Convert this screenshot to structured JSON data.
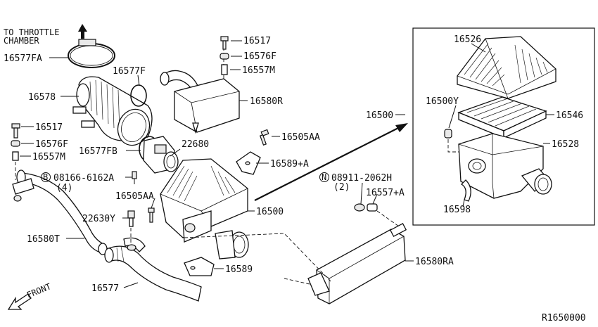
{
  "labels": {
    "to_throttle_1": "TO THROTTLE",
    "to_throttle_2": "CHAMBER",
    "p16577FA": "16577FA",
    "p16578": "16578",
    "p16577F": "16577F",
    "p16517_top": "16517",
    "p16576F_top": "16576F",
    "p16557M_top": "16557M",
    "p16580R": "16580R",
    "p16517_left": "16517",
    "p16576F_left": "16576F",
    "p16557M_left": "16557M",
    "p16577FB": "16577FB",
    "p22680": "22680",
    "p16505AA_right": "16505AA",
    "p16589A": "16589+A",
    "b_circle": "B",
    "p08166": "08166-6162A",
    "qty4": "(4)",
    "p16505AA_mid": "16505AA",
    "p22630Y": "22630Y",
    "p16580T": "16580T",
    "p16500_mid": "16500",
    "n_circle": "N",
    "p08911": "08911-2062H",
    "qty2": "(2)",
    "p16557A": "16557+A",
    "p16589": "16589",
    "p16577": "16577",
    "p16580RA": "16580RA",
    "front": "FRONT",
    "p16500_out": "16500",
    "p16526": "16526",
    "p16500Y": "16500Y",
    "p16546": "16546",
    "p16528": "16528",
    "p16598": "16598",
    "ref_code": "R1650000"
  }
}
